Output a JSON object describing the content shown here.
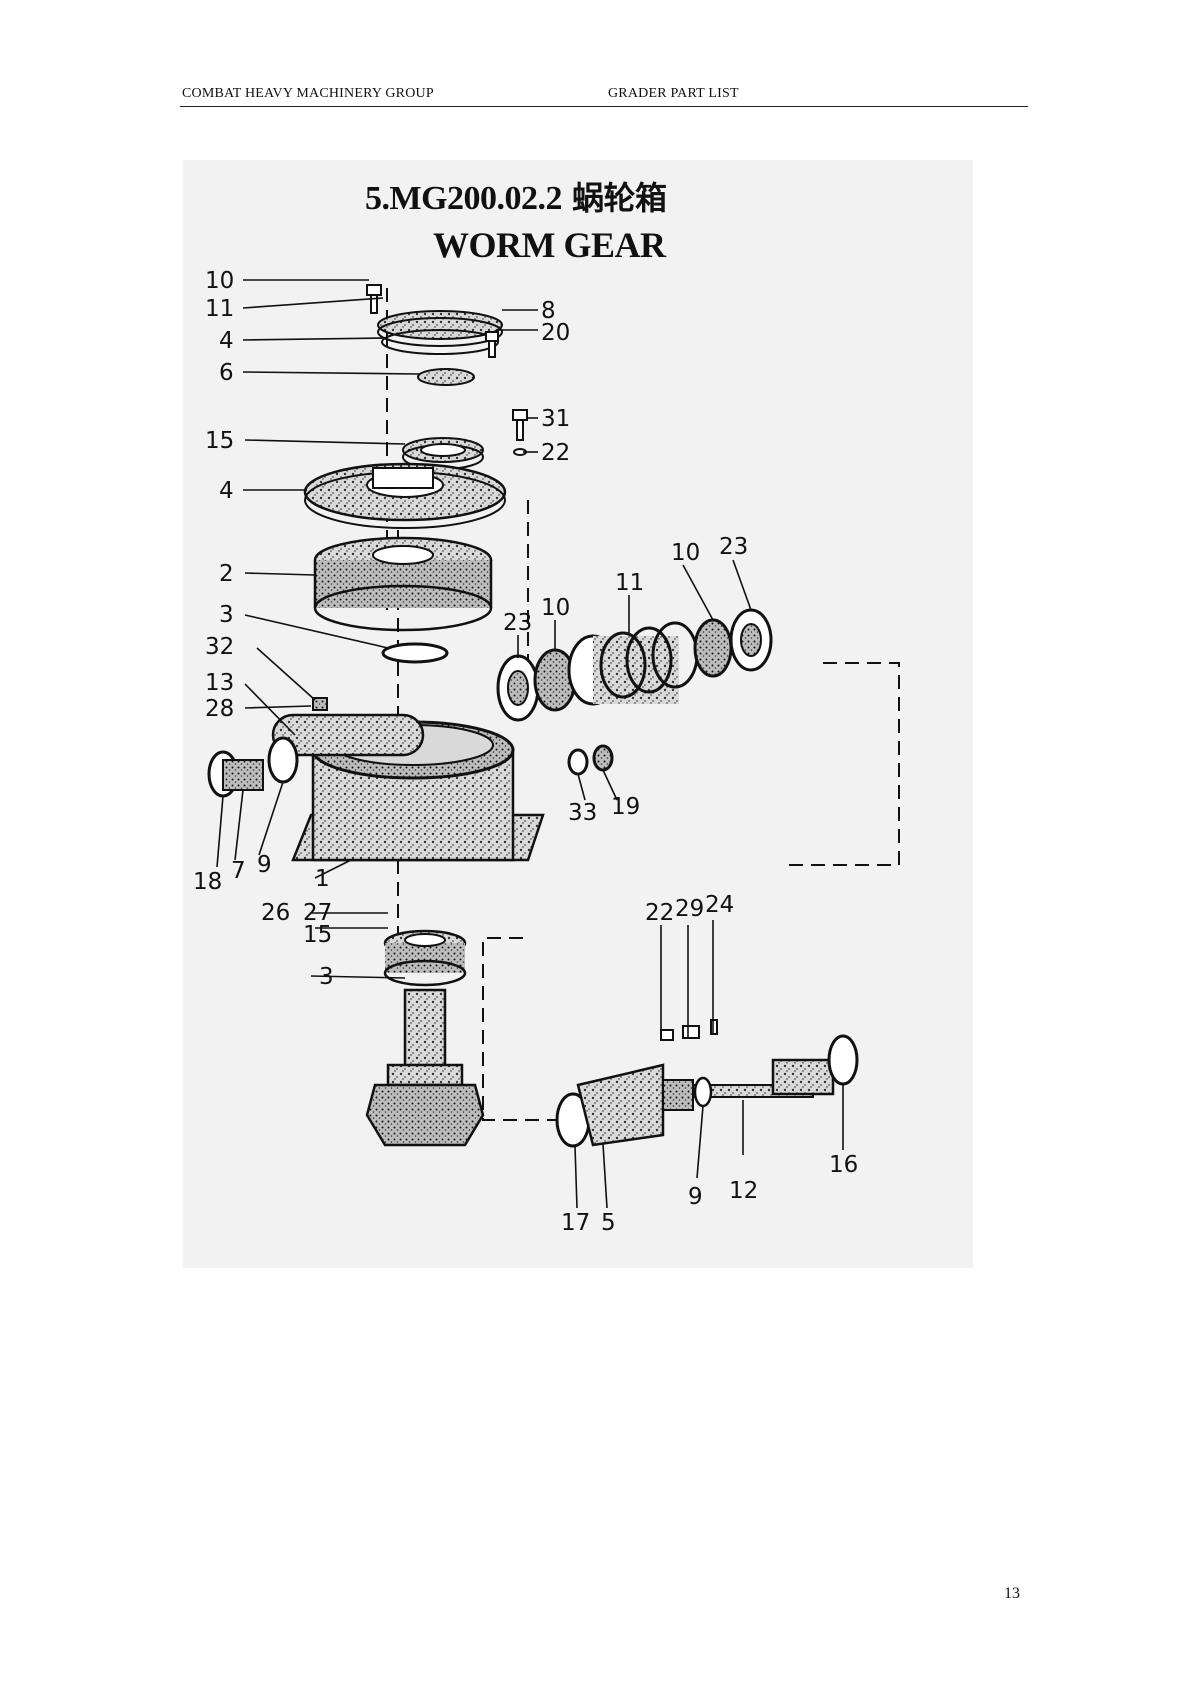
{
  "header": {
    "company": "COMBAT HEAVY MACHINERY GROUP",
    "document": "GRADER PART LIST"
  },
  "figure": {
    "title_code": "5.MG200.02.2",
    "title_cn": "蜗轮箱",
    "title_en": "WORM GEAR",
    "callouts": [
      {
        "id": "c1",
        "label": "10"
      },
      {
        "id": "c2",
        "label": "11"
      },
      {
        "id": "c3",
        "label": "4"
      },
      {
        "id": "c4",
        "label": "6"
      },
      {
        "id": "c5",
        "label": "15"
      },
      {
        "id": "c6",
        "label": "4"
      },
      {
        "id": "c7",
        "label": "2"
      },
      {
        "id": "c8",
        "label": "3"
      },
      {
        "id": "c9",
        "label": "32"
      },
      {
        "id": "c10",
        "label": "13"
      },
      {
        "id": "c11",
        "label": "28"
      },
      {
        "id": "c12",
        "label": "18"
      },
      {
        "id": "c13",
        "label": "7"
      },
      {
        "id": "c14",
        "label": "9"
      },
      {
        "id": "c15",
        "label": "1"
      },
      {
        "id": "c16",
        "label": "26"
      },
      {
        "id": "c17",
        "label": "27"
      },
      {
        "id": "c18",
        "label": "15"
      },
      {
        "id": "c19",
        "label": "3"
      },
      {
        "id": "c20",
        "label": "8"
      },
      {
        "id": "c21",
        "label": "20"
      },
      {
        "id": "c22",
        "label": "31"
      },
      {
        "id": "c23",
        "label": "22"
      },
      {
        "id": "c24",
        "label": "23"
      },
      {
        "id": "c25",
        "label": "10"
      },
      {
        "id": "c26",
        "label": "11"
      },
      {
        "id": "c27",
        "label": "10"
      },
      {
        "id": "c28",
        "label": "23"
      },
      {
        "id": "c29",
        "label": "33"
      },
      {
        "id": "c30",
        "label": "19"
      },
      {
        "id": "c31",
        "label": "22"
      },
      {
        "id": "c32",
        "label": "29"
      },
      {
        "id": "c33",
        "label": "24"
      },
      {
        "id": "c34",
        "label": "16"
      },
      {
        "id": "c35",
        "label": "12"
      },
      {
        "id": "c36",
        "label": "9"
      },
      {
        "id": "c37",
        "label": "17"
      },
      {
        "id": "c38",
        "label": "5"
      }
    ]
  },
  "page_number": "13"
}
